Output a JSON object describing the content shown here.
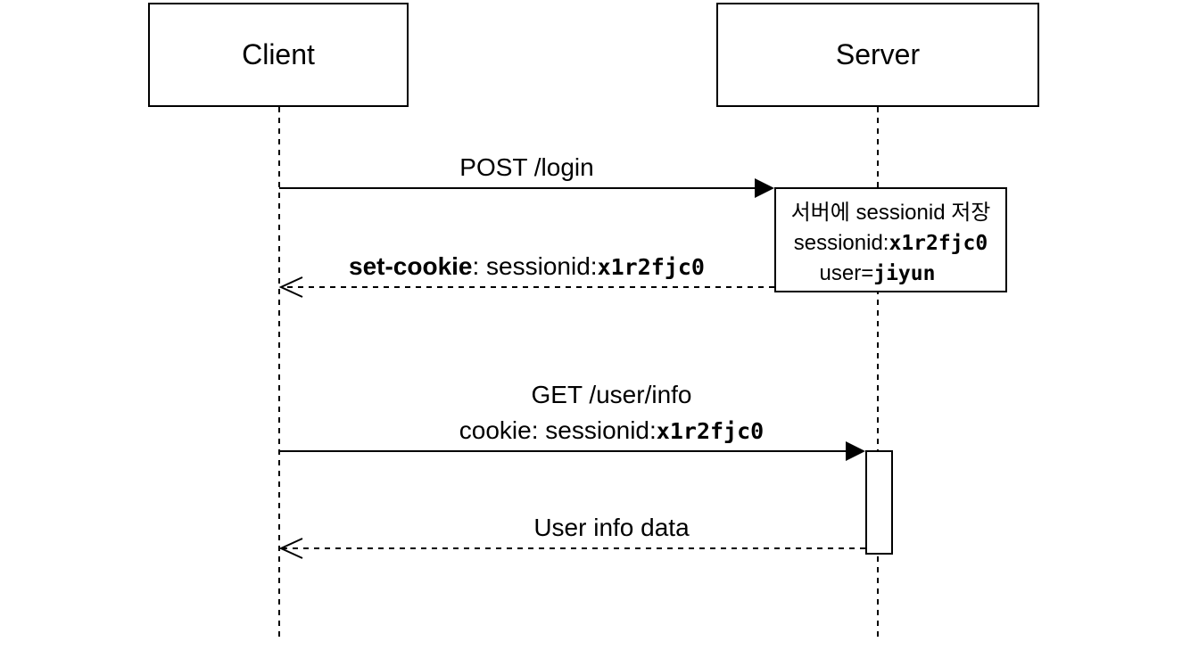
{
  "actors": {
    "client": "Client",
    "server": "Server"
  },
  "messages": [
    {
      "id": "post-login",
      "type": "request",
      "line1": "POST /login"
    },
    {
      "id": "set-cookie",
      "type": "response",
      "bold": "set-cookie",
      "text": ": sessionid:",
      "value": "x1r2fjc0"
    },
    {
      "id": "get-user-info",
      "type": "request",
      "line1": "GET /user/info",
      "line2_text": "cookie: sessionid:",
      "line2_value": "x1r2fjc0"
    },
    {
      "id": "user-info-data",
      "type": "response",
      "line1": "User info data"
    }
  ],
  "note": {
    "title": "서버에 sessionid 저장",
    "session_label": "sessionid:",
    "session_value": "x1r2fjc0",
    "user_label": "user=",
    "user_value": "jiyun"
  }
}
